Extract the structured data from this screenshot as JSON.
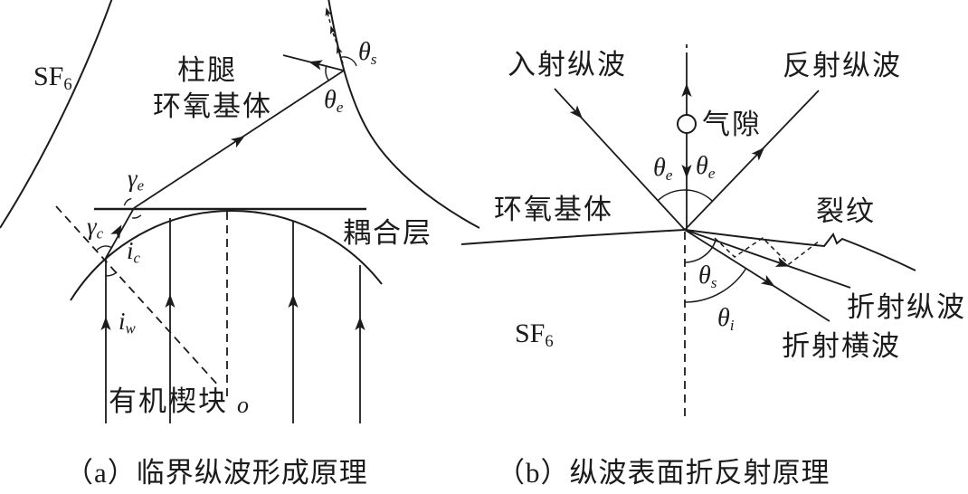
{
  "figure": {
    "caption_a": "（a）临界纵波形成原理",
    "caption_b": "（b）纵波表面折反射原理",
    "ink_color": "#1b1b1b",
    "background_color": "#ffffff"
  },
  "panel_a": {
    "labels": {
      "sf6": {
        "base": "SF",
        "sub": "6"
      },
      "leg": "柱腿",
      "epoxy_matrix": "环氧基体",
      "coupling_layer": "耦合层",
      "organic_wedge": "有机楔块",
      "origin": "o",
      "theta_s": {
        "base": "θ",
        "sub": "s"
      },
      "theta_e": {
        "base": "θ",
        "sub": "e"
      },
      "gamma_e": {
        "base": "γ",
        "sub": "e"
      },
      "gamma_c": {
        "base": "γ",
        "sub": "c"
      },
      "i_c": {
        "base": "i",
        "sub": "c"
      },
      "i_w": {
        "base": "i",
        "sub": "w"
      }
    }
  },
  "panel_b": {
    "labels": {
      "incident_longitudinal_wave": "入射纵波",
      "reflected_longitudinal_wave": "反射纵波",
      "air_gap": "气隙",
      "epoxy_matrix": "环氧基体",
      "crack": "裂纹",
      "refracted_longitudinal_wave": "折射纵波",
      "refracted_transverse_wave": "折射横波",
      "sf6": {
        "base": "SF",
        "sub": "6"
      },
      "theta_e_left": {
        "base": "θ",
        "sub": "e"
      },
      "theta_e_right": {
        "base": "θ",
        "sub": "e"
      },
      "theta_s": {
        "base": "θ",
        "sub": "s"
      },
      "theta_i": {
        "base": "θ",
        "sub": "i"
      }
    }
  }
}
